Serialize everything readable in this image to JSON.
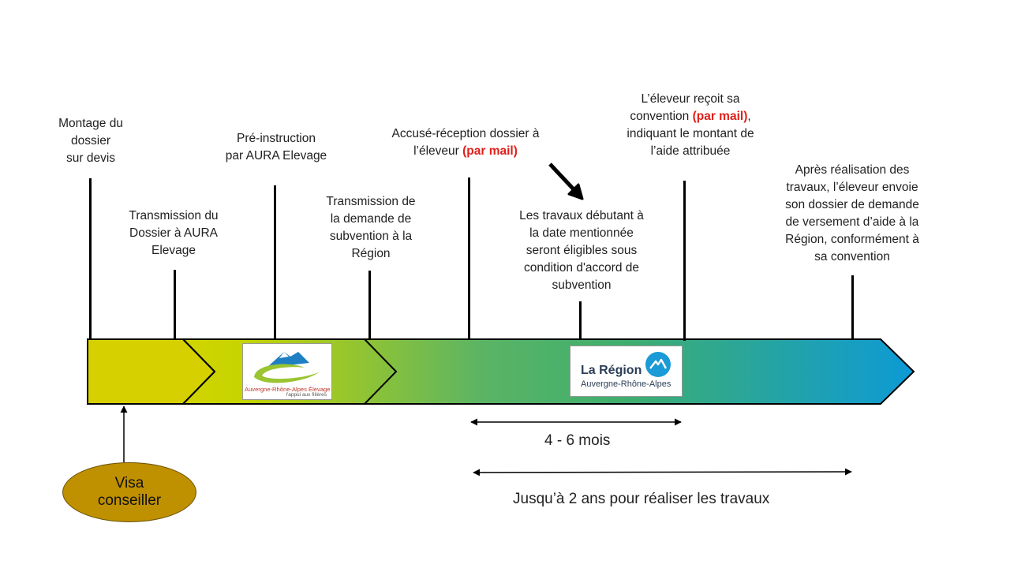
{
  "steps": {
    "s1": "Montage du\ndossier\nsur devis",
    "s2": "Transmission du\nDossier à AURA\nElevage",
    "s3": "Pré-instruction\npar AURA Elevage",
    "s4": "Transmission de\nla demande de\nsubvention à la\nRégion",
    "s5_a": "Accusé-réception dossier à",
    "s5_b": "l’éleveur ",
    "s5_red": "(par mail)",
    "s6_a": "L’éleveur reçoit sa",
    "s6_b": "convention ",
    "s6_red": "(par mail)",
    "s6_c": ",",
    "s6_d": "indiquant le montant de\nl’aide attribuée",
    "s7": "Les travaux débutant à\nla date mentionnée\nseront éligibles sous\ncondition d'accord de\nsubvention",
    "s8": "Après réalisation des\ntravaux, l’éleveur envoie\nson dossier de demande\nde versement d’aide à la\nRégion, conformément à\nsa convention"
  },
  "logos": {
    "aura_line1": "Auvergne-Rhône-Alpes Élevage",
    "aura_line2": "l'appui aux filières",
    "region_title": "La Région",
    "region_sub": "Auvergne-Rhône-Alpes"
  },
  "visa": "Visa\nconseiller",
  "durations": {
    "short": "4 - 6 mois",
    "long": "Jusqu’à 2 ans pour réaliser les travaux"
  },
  "colors": {
    "red_accent": "#e0201b",
    "visa_fill": "#bf9000",
    "gradient_start": "#e4d600",
    "gradient_mid": "#4fb26a",
    "gradient_end": "#0d9ad6"
  }
}
